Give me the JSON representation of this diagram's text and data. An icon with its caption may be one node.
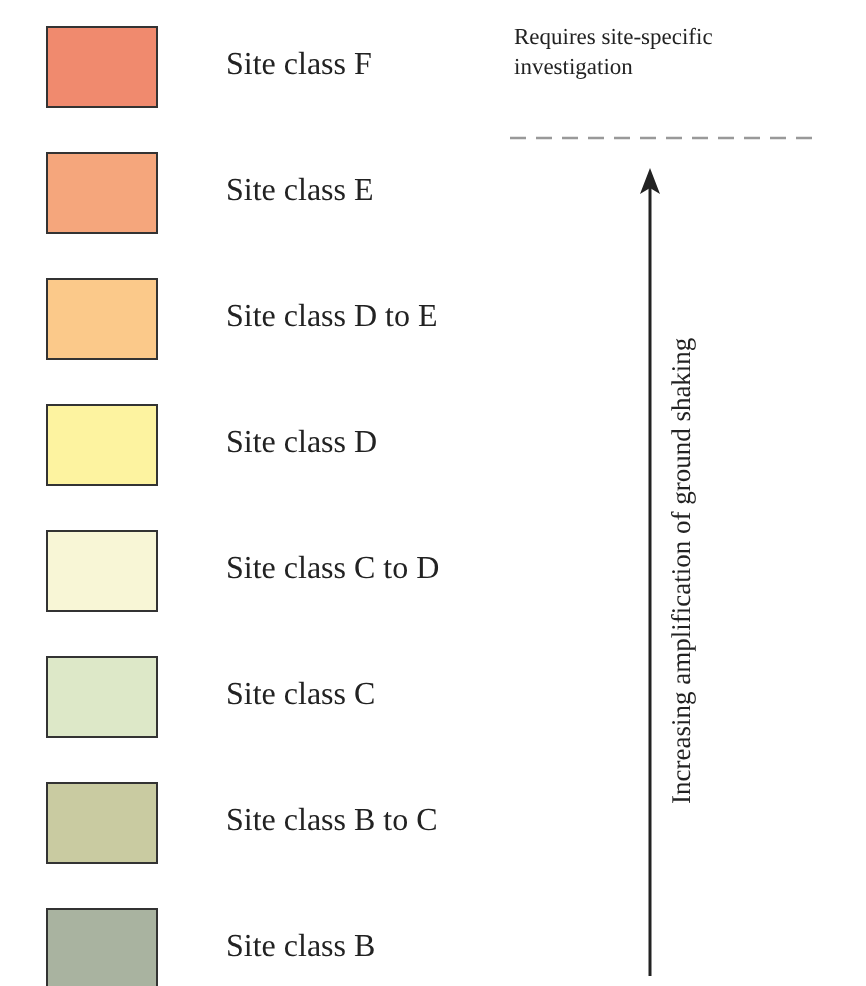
{
  "diagram": {
    "labels": [
      "Requires site-specific investigation",
      "Increasing amplification of ground shaking"
    ],
    "legend": [
      {
        "text": "Site class F",
        "color": "#f08a6e"
      },
      {
        "text": "Site class E",
        "color": "#f5a67c"
      },
      {
        "text": "Site class D to E",
        "color": "#fbc98a"
      },
      {
        "text": "Site class D",
        "color": "#fdf3a0"
      },
      {
        "text": "Site class C to D",
        "color": "#f8f6d6"
      },
      {
        "text": "Site class C",
        "color": "#dde8c8"
      },
      {
        "text": "Site class B to C",
        "color": "#c9cba1"
      },
      {
        "text": "Site class B",
        "color": "#a9b3a0"
      }
    ]
  }
}
